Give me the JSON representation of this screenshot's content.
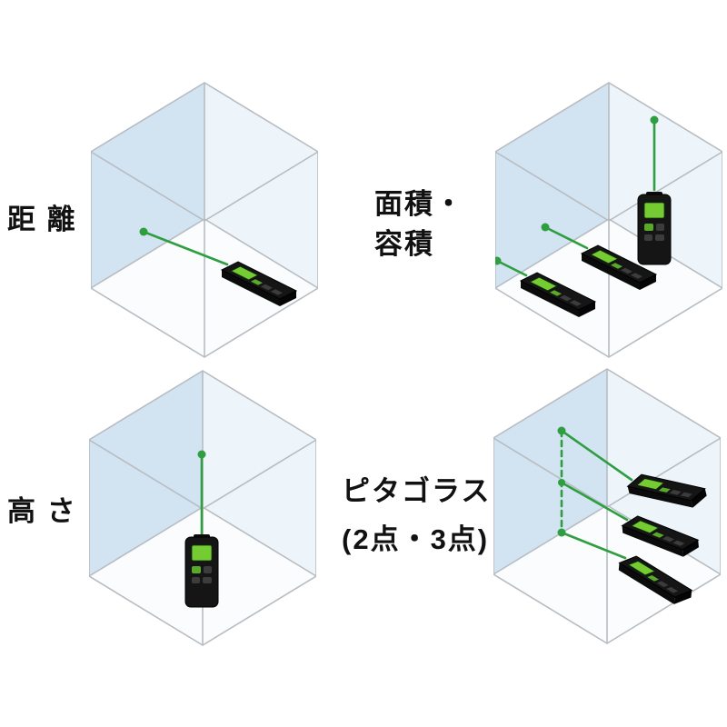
{
  "panels": [
    {
      "name": "distance",
      "label": "距 離"
    },
    {
      "name": "area-volume",
      "lines": [
        "面積・",
        "容積"
      ]
    },
    {
      "name": "height",
      "label": "高 さ"
    },
    {
      "name": "pythagoras",
      "lines": [
        "ピタゴラス",
        "(2点・3点)"
      ]
    }
  ],
  "colors": {
    "background": "#ffffff",
    "wall_left": "#d2e3f1",
    "wall_right": "#edf4fa",
    "floor": "#fafcfd",
    "edge": "#b7bcc2",
    "laser": "#2f9e41",
    "device_body": "#151515",
    "device_side": "#0b0b0b",
    "device_side_dark": "#050505",
    "device_screen": "#74cc32",
    "device_button": "#3c3c3c",
    "device_button_green": "#58aa28",
    "text": "#111111"
  }
}
